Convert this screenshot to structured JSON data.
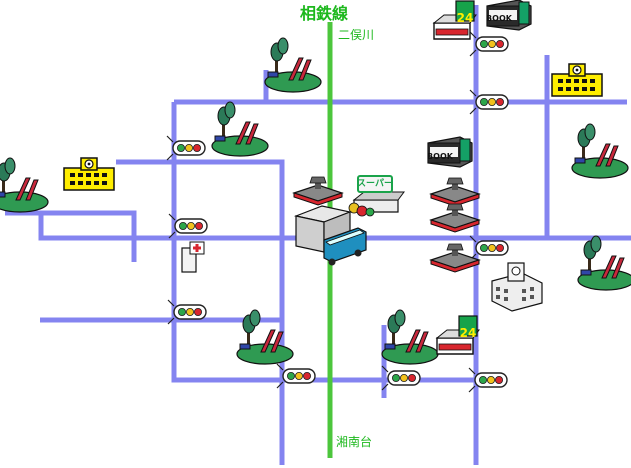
{
  "map": {
    "rail": {
      "name": "相鉄線",
      "station_north": "二俣川",
      "station_south": "湘南台",
      "color": "#4cc63c"
    },
    "road_color": "#8484f0",
    "landmarks": {
      "school_color": "#ffee00",
      "hospital_icon": "hospital-icon",
      "bookstore_sign": "BOOK",
      "convenience_sign": "24",
      "supermarket_sign": "スーパー",
      "park_icon": "park-icon",
      "traffic_signal_icon": "traffic-signal-icon",
      "bus_icon": "bus-icon",
      "station_icon": "station-icon",
      "gas_station_icon": "gas-station-icon",
      "clinic_icon": "clinic-icon"
    }
  }
}
